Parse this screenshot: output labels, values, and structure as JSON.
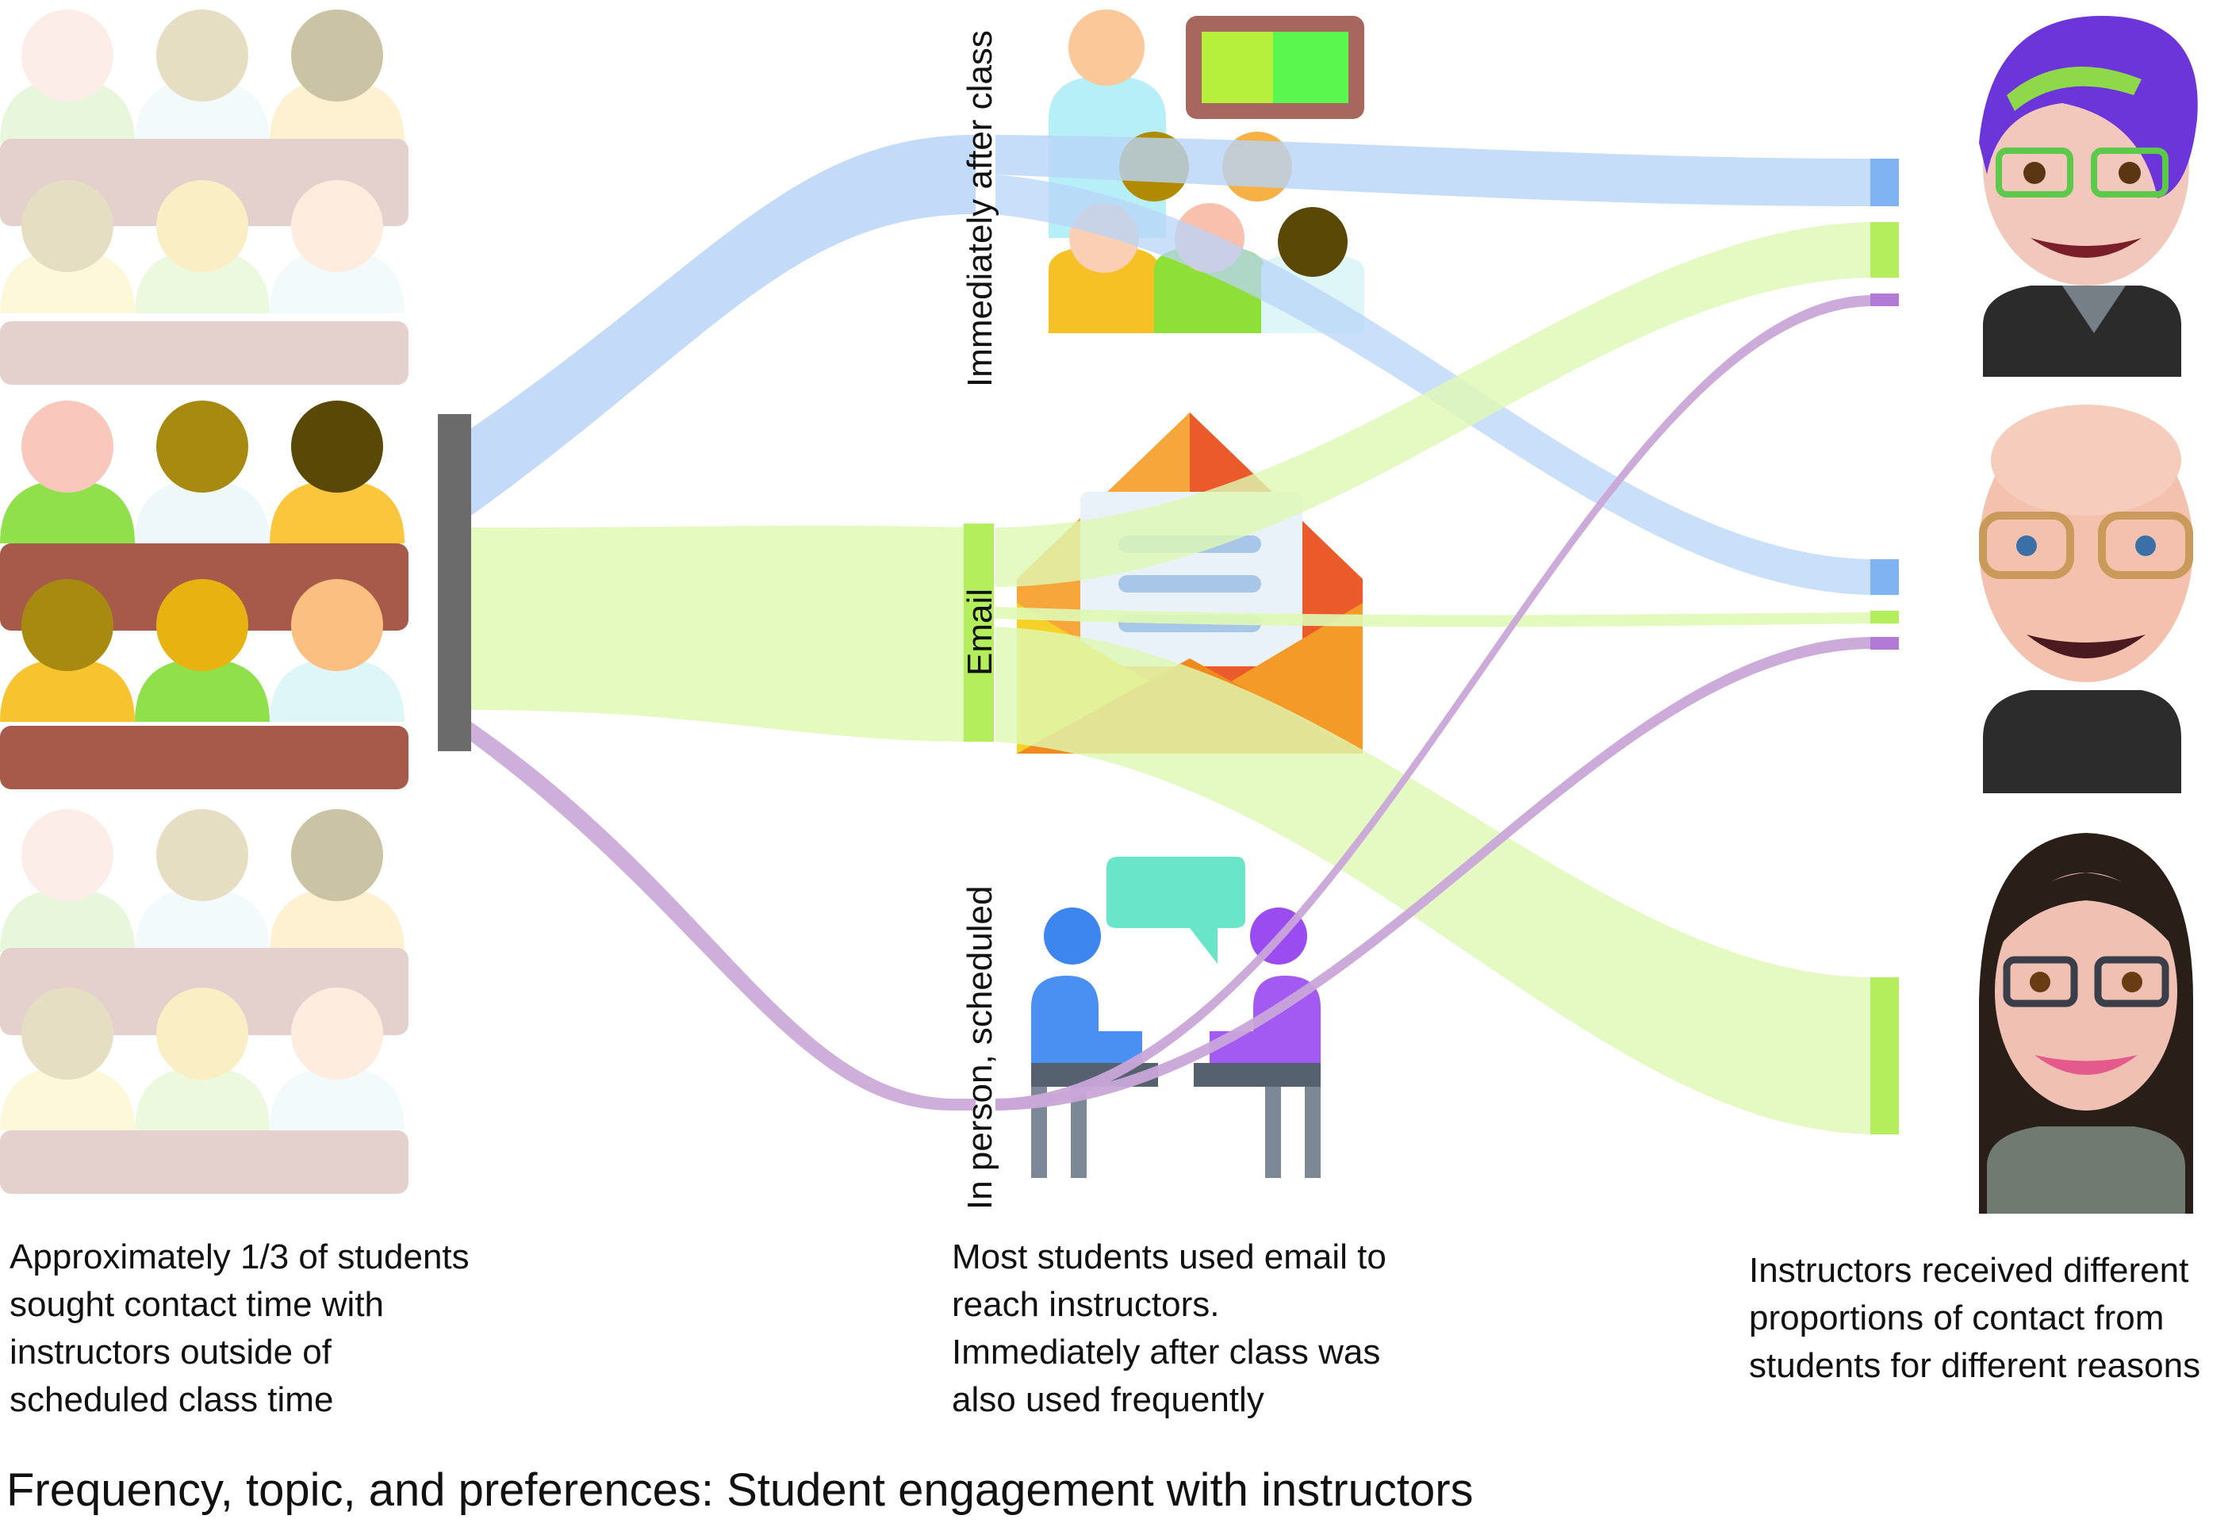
{
  "channels": {
    "after_class": "Immediately after class",
    "email": "Email",
    "in_person": "In person, scheduled"
  },
  "captions": {
    "left": [
      "Approximately 1/3 of students",
      "sought contact time with",
      "instructors outside of",
      "scheduled class time"
    ],
    "middle": [
      "Most students used email to",
      "reach instructors.",
      "Immediately after class was",
      "also used frequently"
    ],
    "right": [
      "Instructors received different",
      "proportions of contact from",
      "students for different reasons"
    ]
  },
  "title": "Frequency, topic, and preferences: Student engagement with instructors",
  "colors": {
    "after_class_flow": "#b8d4f8",
    "email_flow": "#dff9b4",
    "in_person_flow": "#c9a6d8",
    "source_node": "#6b6b6b"
  },
  "icons": [
    "students-grid-icon",
    "classroom-icon",
    "envelope-icon",
    "meeting-icon",
    "instructor-avatar-icon"
  ]
}
